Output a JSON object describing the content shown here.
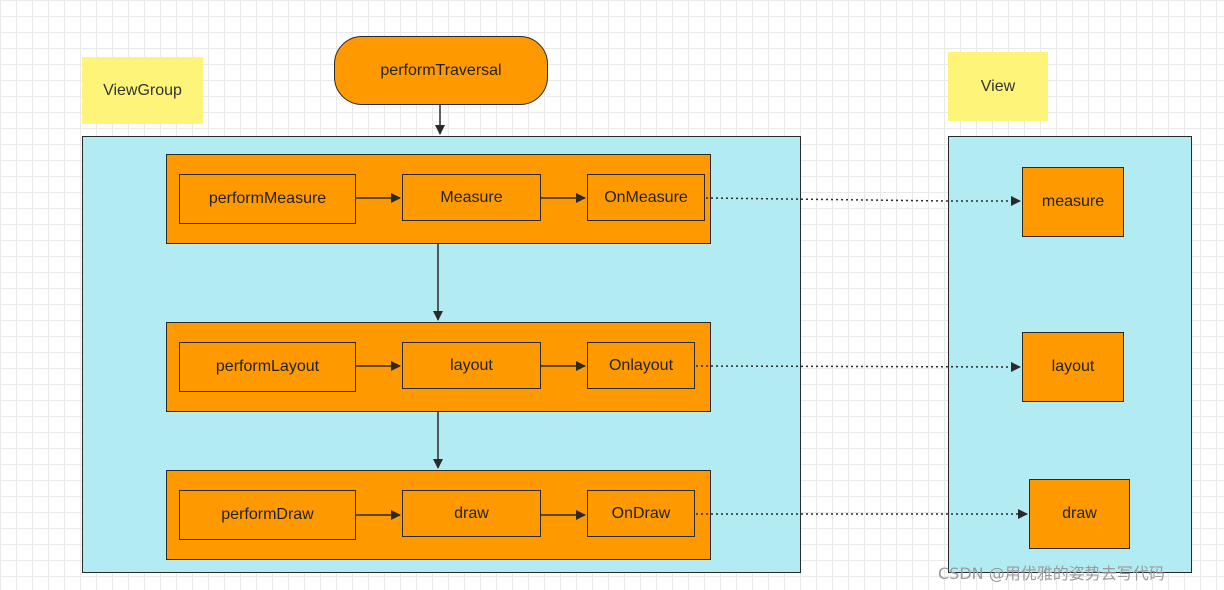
{
  "diagram": {
    "start": "performTraversal",
    "viewgroup_label": "ViewGroup",
    "view_label": "View",
    "rows": [
      {
        "perform": "performMeasure",
        "method": "Measure",
        "callback": "OnMeasure",
        "view_method": "measure"
      },
      {
        "perform": "performLayout",
        "method": "layout",
        "callback": "Onlayout",
        "view_method": "layout"
      },
      {
        "perform": "performDraw",
        "method": "draw",
        "callback": "OnDraw",
        "view_method": "draw"
      }
    ]
  },
  "watermark": "CSDN @用优雅的姿势去写代码",
  "colors": {
    "node_fill": "#ff9900",
    "panel_fill": "#b3ebf2",
    "note_fill": "#fff47a",
    "stroke": "#2a2a2a"
  }
}
